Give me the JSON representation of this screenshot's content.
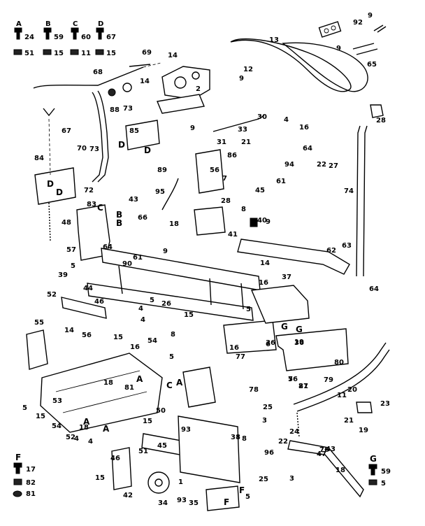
{
  "legend": {
    "top_keys": [
      {
        "key": "A",
        "num": "24"
      },
      {
        "key": "B",
        "num": "59"
      },
      {
        "key": "C",
        "num": "60"
      },
      {
        "key": "D",
        "num": "67"
      }
    ],
    "top_nuts": [
      "51",
      "15",
      "11",
      "15"
    ],
    "bottom_left": {
      "key": "F",
      "num": "17",
      "nut_a": "82",
      "nut_b": "81"
    },
    "bottom_right": {
      "key": "G",
      "num": "59",
      "nut": "5"
    }
  },
  "callouts": [
    "92",
    "9",
    "13",
    "12",
    "9",
    "65",
    "69",
    "68",
    "14",
    "14",
    "2",
    "88",
    "73",
    "9",
    "30",
    "33",
    "4",
    "16",
    "67",
    "85",
    "9",
    "31",
    "21",
    "28",
    "73",
    "70",
    "64",
    "84",
    "86",
    "94",
    "22",
    "27",
    "74",
    "72",
    "89",
    "56",
    "61",
    "45",
    "83",
    "43",
    "7",
    "95",
    "28",
    "9",
    "8",
    "48",
    "66",
    "18",
    "41",
    "40",
    "62",
    "63",
    "64",
    "57",
    "9",
    "5",
    "61",
    "39",
    "14",
    "37",
    "16",
    "64",
    "44",
    "52",
    "46",
    "5",
    "26",
    "4",
    "15",
    "4",
    "8",
    "5",
    "55",
    "14",
    "56",
    "15",
    "16",
    "54",
    "5",
    "36",
    "19",
    "16",
    "77",
    "53",
    "18",
    "81",
    "50",
    "76",
    "27",
    "79",
    "20",
    "11",
    "23",
    "80",
    "78",
    "81",
    "25",
    "3",
    "21",
    "19",
    "24",
    "15",
    "5",
    "52",
    "4",
    "54",
    "15",
    "18",
    "4",
    "93",
    "38",
    "8",
    "22",
    "43",
    "47",
    "46",
    "51",
    "15",
    "96",
    "25",
    "3",
    "18",
    "42",
    "34",
    "93",
    "35",
    "5",
    "90",
    "45",
    "1",
    "6",
    "5",
    "36",
    "76",
    "19",
    "46"
  ],
  "letter_marks": [
    "A",
    "B",
    "C",
    "D",
    "D",
    "D",
    "D",
    "B",
    "C",
    "A",
    "A",
    "A",
    "F",
    "F",
    "G",
    "G"
  ]
}
